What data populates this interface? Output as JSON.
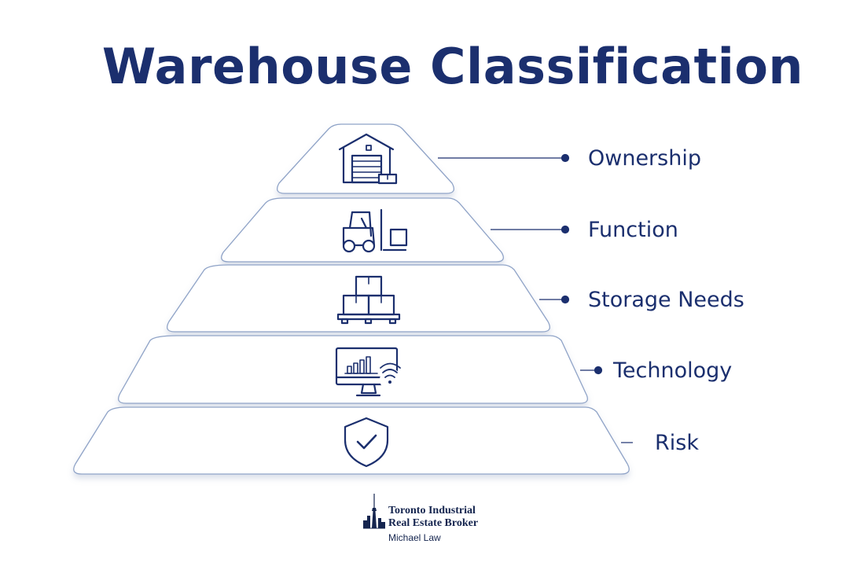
{
  "title": "Warehouse Classification",
  "tiers": [
    {
      "label": "Ownership",
      "icon": "warehouse-icon"
    },
    {
      "label": "Function",
      "icon": "forklift-icon"
    },
    {
      "label": "Storage Needs",
      "icon": "pallet-boxes-icon"
    },
    {
      "label": "Technology",
      "icon": "monitor-analytics-icon"
    },
    {
      "label": "Risk",
      "icon": "shield-check-icon"
    }
  ],
  "logo": {
    "line1": "Toronto Industrial",
    "line2": "Real Estate Broker",
    "subtitle": "Michael Law",
    "icon": "cn-tower-skyline-icon"
  },
  "colors": {
    "primary": "#1b2f6e",
    "tier_fill": "#ffffff",
    "tier_stroke": "#8fa3c7",
    "background": "#ffffff"
  }
}
